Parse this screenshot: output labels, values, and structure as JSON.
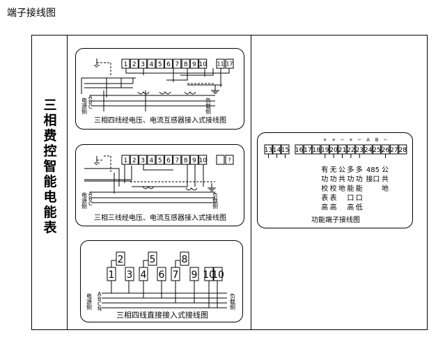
{
  "page_title": "端子接线图",
  "meter_name": "三相费控智能电能表",
  "panel1": {
    "caption": "三相四线经电压、电流互感器接入式接线图",
    "terminals": [
      "1",
      "2",
      "3",
      "4",
      "5",
      "6",
      "7",
      "8",
      "9",
      "10"
    ],
    "extra": [
      "11",
      "17"
    ],
    "phases": [
      "A",
      "B",
      "C"
    ],
    "source": "电源侧",
    "load": "负载侧"
  },
  "panel2": {
    "caption": "三相三线经电压、电流互感器接入式接线图",
    "terminals": [
      "1",
      "2",
      "3",
      "4",
      "5",
      "6",
      "7",
      "8",
      "9",
      "10"
    ],
    "extra": [
      "",
      "?"
    ],
    "phases": [
      "A",
      "B",
      "C"
    ],
    "source": "电源侧",
    "load": "负载侧"
  },
  "panel3": {
    "caption": "三相四线直接接入式接线图",
    "terminals": [
      "1",
      "2",
      "3",
      "4",
      "5",
      "6",
      "7",
      "8",
      "9",
      "10",
      "10"
    ],
    "phases": [
      "A",
      "B",
      "C",
      "N"
    ],
    "source": "电源侧",
    "load": "负载侧"
  },
  "panel4": {
    "caption": "功能端子接线图",
    "terminals": [
      "13",
      "14",
      "15",
      "16",
      "17",
      "18",
      "19",
      "20",
      "21",
      "22",
      "23",
      "24",
      "25",
      "26",
      "27",
      "28"
    ],
    "signs": [
      "+",
      "+",
      "−",
      "+",
      "−",
      "A",
      "B",
      "−"
    ],
    "functions": [
      [
        "有",
        "功",
        "校",
        "表",
        "高"
      ],
      [
        "无",
        "功",
        "校",
        "表",
        "高"
      ],
      [
        "公",
        "共",
        "地"
      ],
      [
        "多",
        "功",
        "能",
        "口",
        "高"
      ],
      [
        "多",
        "功",
        "能",
        "口",
        "低"
      ],
      [
        "485",
        "接口"
      ],
      [
        "公",
        "共",
        "地"
      ]
    ]
  }
}
